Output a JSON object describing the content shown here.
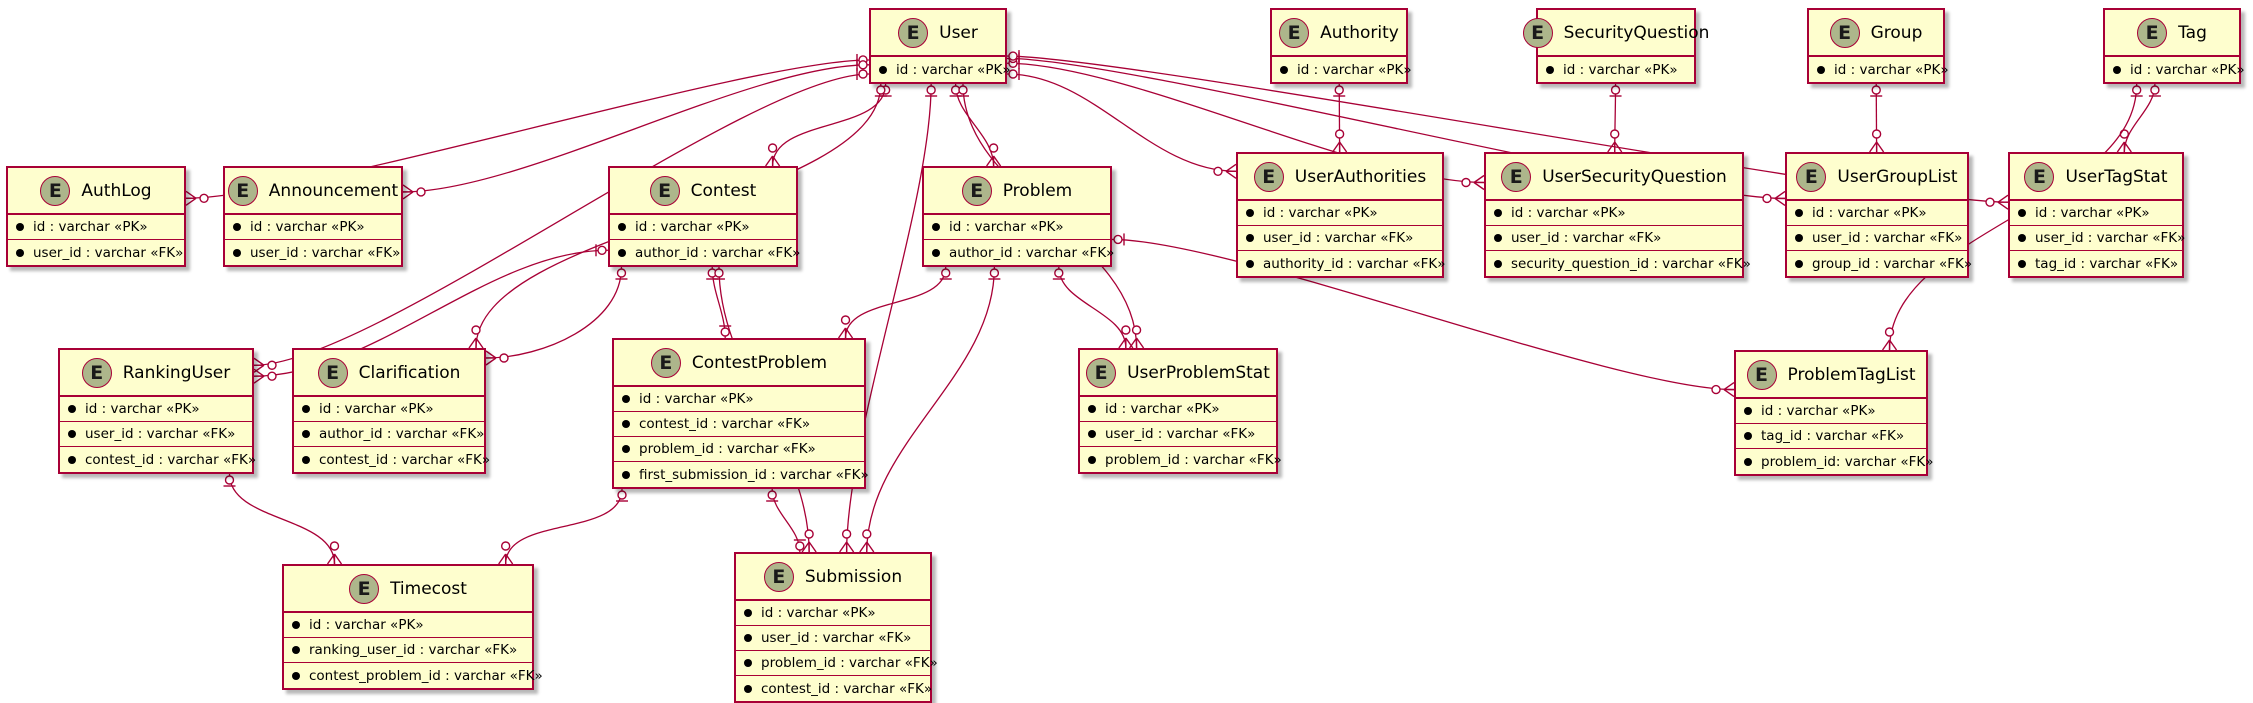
{
  "colors": {
    "box_fill": "#fefece",
    "border": "#a80036",
    "badge": "#adb68b"
  },
  "entity_badge_letter": "E",
  "entities": {
    "user": {
      "name": "User",
      "fields": [
        "id : varchar «PK»"
      ]
    },
    "authority": {
      "name": "Authority",
      "fields": [
        "id : varchar «PK»"
      ]
    },
    "security_question": {
      "name": "SecurityQuestion",
      "fields": [
        "id : varchar «PK»"
      ]
    },
    "group": {
      "name": "Group",
      "fields": [
        "id : varchar «PK»"
      ]
    },
    "tag": {
      "name": "Tag",
      "fields": [
        "id : varchar «PK»"
      ]
    },
    "auth_log": {
      "name": "AuthLog",
      "fields": [
        "id : varchar «PK»",
        "user_id : varchar «FK»"
      ]
    },
    "announcement": {
      "name": "Announcement",
      "fields": [
        "id : varchar «PK»",
        "user_id : varchar «FK»"
      ]
    },
    "contest": {
      "name": "Contest",
      "fields": [
        "id : varchar «PK»",
        "author_id : varchar «FK»"
      ]
    },
    "problem": {
      "name": "Problem",
      "fields": [
        "id : varchar «PK»",
        "author_id : varchar «FK»"
      ]
    },
    "user_authorities": {
      "name": "UserAuthorities",
      "fields": [
        "id : varchar «PK»",
        "user_id : varchar «FK»",
        "authority_id : varchar «FK»"
      ]
    },
    "user_security_question": {
      "name": "UserSecurityQuestion",
      "fields": [
        "id : varchar «PK»",
        "user_id : varchar «FK»",
        "security_question_id : varchar «FK»"
      ]
    },
    "user_group_list": {
      "name": "UserGroupList",
      "fields": [
        "id : varchar «PK»",
        "user_id : varchar «FK»",
        "group_id : varchar «FK»"
      ]
    },
    "user_tag_stat": {
      "name": "UserTagStat",
      "fields": [
        "id : varchar «PK»",
        "user_id : varchar «FK»",
        "tag_id : varchar «FK»"
      ]
    },
    "ranking_user": {
      "name": "RankingUser",
      "fields": [
        "id : varchar «PK»",
        "user_id : varchar «FK»",
        "contest_id : varchar «FK»"
      ]
    },
    "clarification": {
      "name": "Clarification",
      "fields": [
        "id : varchar «PK»",
        "author_id : varchar «FK»",
        "contest_id : varchar «FK»"
      ]
    },
    "contest_problem": {
      "name": "ContestProblem",
      "fields": [
        "id : varchar «PK»",
        "contest_id : varchar «FK»",
        "problem_id : varchar «FK»",
        "first_submission_id : varchar «FK»"
      ]
    },
    "user_problem_stat": {
      "name": "UserProblemStat",
      "fields": [
        "id : varchar «PK»",
        "user_id : varchar «FK»",
        "problem_id : varchar «FK»"
      ]
    },
    "problem_tag_list": {
      "name": "ProblemTagList",
      "fields": [
        "id : varchar «PK»",
        "tag_id : varchar «FK»",
        "problem_id: varchar «FK»"
      ]
    },
    "timecost": {
      "name": "Timecost",
      "fields": [
        "id : varchar «PK»",
        "ranking_user_id : varchar «FK»",
        "contest_problem_id : varchar «FK»"
      ]
    },
    "submission": {
      "name": "Submission",
      "fields": [
        "id : varchar «PK»",
        "user_id : varchar «FK»",
        "problem_id : varchar «FK»",
        "contest_id : varchar «FK»"
      ]
    }
  },
  "relationships": [
    {
      "from": "user",
      "to": "auth_log",
      "from_card": "zero-or-one",
      "to_card": "zero-or-many"
    },
    {
      "from": "user",
      "to": "announcement",
      "from_card": "zero-or-one",
      "to_card": "zero-or-many"
    },
    {
      "from": "user",
      "to": "contest",
      "from_card": "zero-or-one",
      "to_card": "zero-or-many"
    },
    {
      "from": "user",
      "to": "problem",
      "from_card": "zero-or-one",
      "to_card": "zero-or-many"
    },
    {
      "from": "user",
      "to": "ranking_user",
      "from_card": "zero-or-one",
      "to_card": "zero-or-many"
    },
    {
      "from": "user",
      "to": "clarification",
      "from_card": "zero-or-one",
      "to_card": "zero-or-many"
    },
    {
      "from": "user",
      "to": "submission",
      "from_card": "zero-or-one",
      "to_card": "zero-or-many"
    },
    {
      "from": "user",
      "to": "user_problem_stat",
      "from_card": "zero-or-one",
      "to_card": "zero-or-many"
    },
    {
      "from": "user",
      "to": "user_authorities",
      "from_card": "zero-or-one",
      "to_card": "zero-or-many"
    },
    {
      "from": "user",
      "to": "user_security_question",
      "from_card": "zero-or-one",
      "to_card": "zero-or-many"
    },
    {
      "from": "user",
      "to": "user_group_list",
      "from_card": "zero-or-one",
      "to_card": "zero-or-many"
    },
    {
      "from": "user",
      "to": "user_tag_stat",
      "from_card": "zero-or-one",
      "to_card": "zero-or-many"
    },
    {
      "from": "authority",
      "to": "user_authorities",
      "from_card": "zero-or-one",
      "to_card": "zero-or-many"
    },
    {
      "from": "security_question",
      "to": "user_security_question",
      "from_card": "zero-or-one",
      "to_card": "zero-or-many"
    },
    {
      "from": "group",
      "to": "user_group_list",
      "from_card": "zero-or-one",
      "to_card": "zero-or-many"
    },
    {
      "from": "tag",
      "to": "user_tag_stat",
      "from_card": "zero-or-one",
      "to_card": "zero-or-many"
    },
    {
      "from": "tag",
      "to": "problem_tag_list",
      "from_card": "zero-or-one",
      "to_card": "zero-or-many"
    },
    {
      "from": "contest",
      "to": "ranking_user",
      "from_card": "zero-or-one",
      "to_card": "zero-or-many"
    },
    {
      "from": "contest",
      "to": "clarification",
      "from_card": "zero-or-one",
      "to_card": "zero-or-many"
    },
    {
      "from": "contest",
      "to": "contest_problem",
      "from_card": "zero-or-one",
      "to_card": "zero-or-one"
    },
    {
      "from": "contest",
      "to": "submission",
      "from_card": "zero-or-one",
      "to_card": "zero-or-many"
    },
    {
      "from": "problem",
      "to": "contest_problem",
      "from_card": "zero-or-one",
      "to_card": "zero-or-many"
    },
    {
      "from": "problem",
      "to": "user_problem_stat",
      "from_card": "zero-or-one",
      "to_card": "zero-or-many"
    },
    {
      "from": "problem",
      "to": "submission",
      "from_card": "zero-or-one",
      "to_card": "zero-or-many"
    },
    {
      "from": "problem",
      "to": "problem_tag_list",
      "from_card": "zero-or-one",
      "to_card": "zero-or-many"
    },
    {
      "from": "ranking_user",
      "to": "timecost",
      "from_card": "zero-or-one",
      "to_card": "zero-or-many"
    },
    {
      "from": "contest_problem",
      "to": "timecost",
      "from_card": "zero-or-one",
      "to_card": "zero-or-many"
    },
    {
      "from": "contest_problem",
      "to": "submission",
      "from_card": "zero-or-one",
      "to_card": "zero-or-one"
    }
  ]
}
